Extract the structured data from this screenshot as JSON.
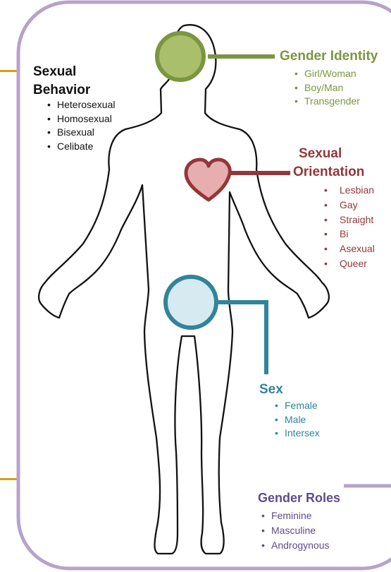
{
  "colors": {
    "frame": "#b6a3cc",
    "accent_bar": "#d4a017",
    "gender_identity": "#7b9640",
    "gender_identity_fill": "#a9bf6b",
    "sexual_orientation": "#93373a",
    "sexual_orientation_fill": "#e7aeb0",
    "sex": "#31849b",
    "sex_fill": "#d6eaf2",
    "gender_roles": "#5f4b8b",
    "body_outline": "#111111"
  },
  "icons": {
    "head_marker": "circle-icon",
    "heart_marker": "heart-icon",
    "pelvis_marker": "circle-icon"
  },
  "sexual_behavior": {
    "title_line1": "Sexual",
    "title_line2": "Behavior",
    "items": [
      "Heterosexual",
      "Homosexual",
      "Bisexual",
      "Celibate"
    ]
  },
  "gender_identity": {
    "title": "Gender Identity",
    "items": [
      "Girl/Woman",
      "Boy/Man",
      "Transgender"
    ]
  },
  "sexual_orientation": {
    "title_line1": "Sexual",
    "title_line2": "Orientation",
    "items": [
      "Lesbian",
      "Gay",
      "Straight",
      "Bi",
      "Asexual",
      "Queer"
    ]
  },
  "sex": {
    "title": "Sex",
    "items": [
      "Female",
      "Male",
      "Intersex"
    ]
  },
  "gender_roles": {
    "title": "Gender Roles",
    "items": [
      "Feminine",
      "Masculine",
      "Androgynous"
    ]
  }
}
